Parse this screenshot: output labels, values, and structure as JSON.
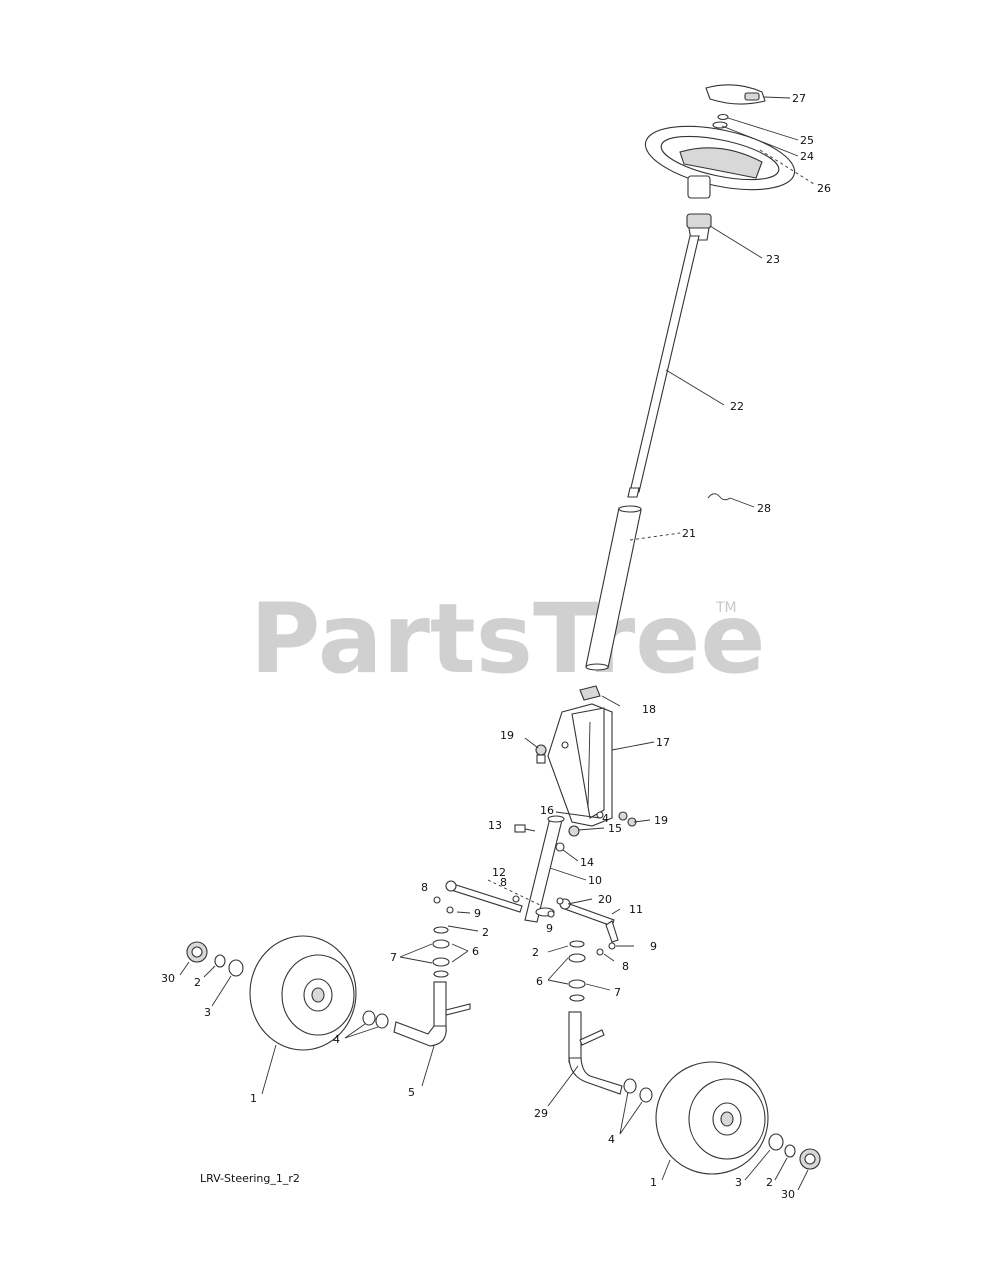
{
  "diagram": {
    "reference_code": "LRV-Steering_1_r2",
    "watermark": "PartsTree",
    "trademark": "TM"
  },
  "callouts": [
    {
      "id": "c27",
      "text": "27"
    },
    {
      "id": "c25",
      "text": "25"
    },
    {
      "id": "c24",
      "text": "24"
    },
    {
      "id": "c26a",
      "text": "26"
    },
    {
      "id": "c23",
      "text": "23"
    },
    {
      "id": "c22",
      "text": "22"
    },
    {
      "id": "c26b",
      "text": "28"
    },
    {
      "id": "c21",
      "text": "21"
    },
    {
      "id": "c18",
      "text": "18"
    },
    {
      "id": "c19a",
      "text": "19"
    },
    {
      "id": "c17",
      "text": "17"
    },
    {
      "id": "c19b",
      "text": "19"
    },
    {
      "id": "c16",
      "text": "16"
    },
    {
      "id": "c4a",
      "text": "4"
    },
    {
      "id": "c13",
      "text": "13"
    },
    {
      "id": "c15",
      "text": "15"
    },
    {
      "id": "c14",
      "text": "14"
    },
    {
      "id": "c12",
      "text": "12"
    },
    {
      "id": "c10",
      "text": "10"
    },
    {
      "id": "c8a",
      "text": "8"
    },
    {
      "id": "c8b",
      "text": "8"
    },
    {
      "id": "c20",
      "text": "20"
    },
    {
      "id": "c11",
      "text": "11"
    },
    {
      "id": "c9a",
      "text": "9"
    },
    {
      "id": "c9b",
      "text": "9"
    },
    {
      "id": "c2a",
      "text": "2"
    },
    {
      "id": "c9c",
      "text": "9"
    },
    {
      "id": "c7a",
      "text": "7"
    },
    {
      "id": "c6a",
      "text": "6"
    },
    {
      "id": "c2b",
      "text": "2"
    },
    {
      "id": "c8c",
      "text": "8"
    },
    {
      "id": "c30a",
      "text": "30"
    },
    {
      "id": "c2c",
      "text": "2"
    },
    {
      "id": "c3a",
      "text": "3"
    },
    {
      "id": "c6b",
      "text": "6"
    },
    {
      "id": "c7b",
      "text": "7"
    },
    {
      "id": "c4b",
      "text": "4"
    },
    {
      "id": "c1a",
      "text": "1"
    },
    {
      "id": "c5",
      "text": "5"
    },
    {
      "id": "c29",
      "text": "29"
    },
    {
      "id": "c4c",
      "text": "4"
    },
    {
      "id": "c1b",
      "text": "1"
    },
    {
      "id": "c3b",
      "text": "3"
    },
    {
      "id": "c2d",
      "text": "2"
    },
    {
      "id": "c30b",
      "text": "30"
    }
  ]
}
